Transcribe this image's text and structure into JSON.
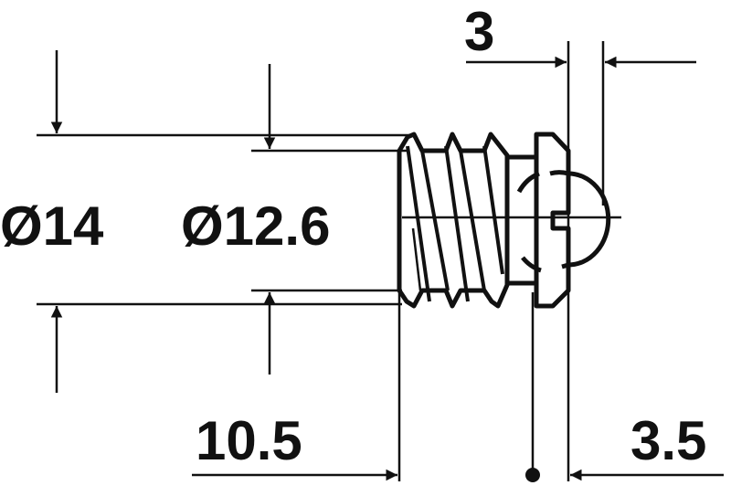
{
  "drawing": {
    "dimensions": {
      "outer_diameter": "Ø14",
      "inner_diameter": "Ø12.6",
      "flange_width": "3",
      "length": "10.5",
      "ball_projection": "3.5"
    },
    "line_color": "#111111",
    "background": "#ffffff"
  }
}
